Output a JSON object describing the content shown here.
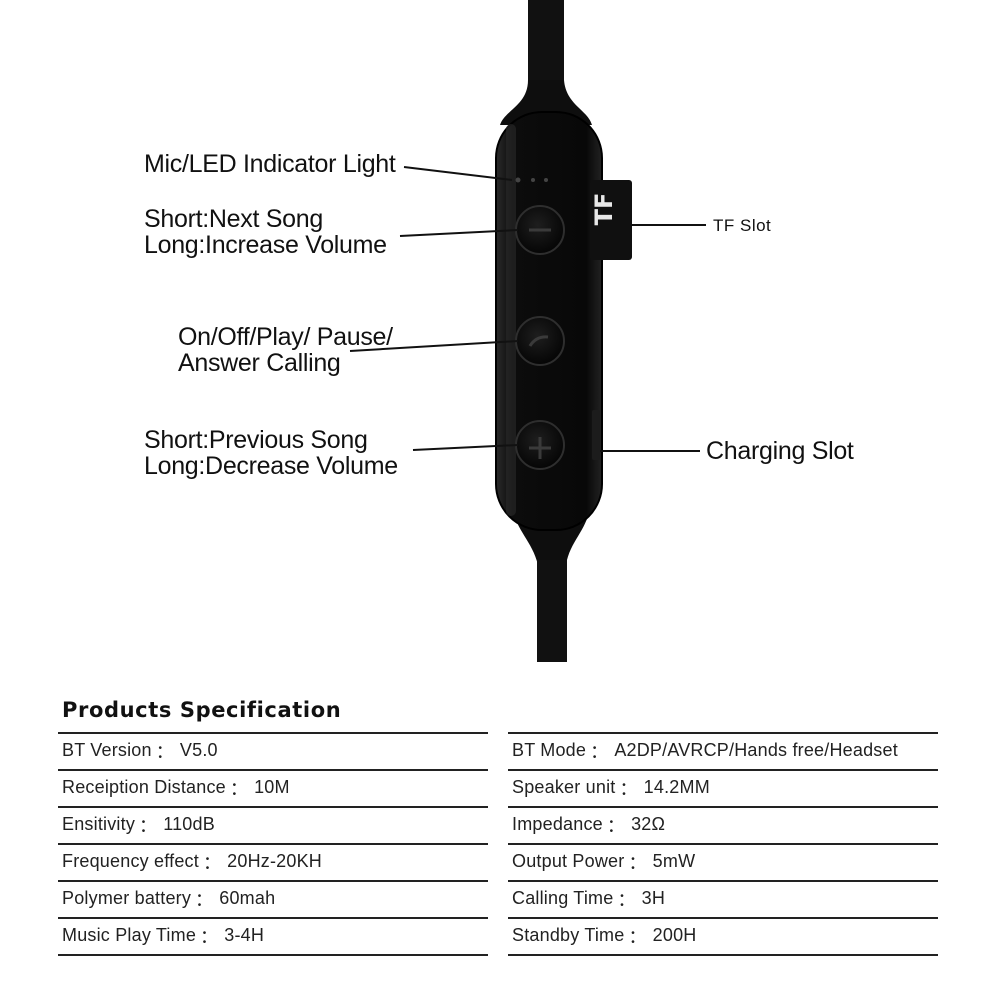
{
  "callouts": {
    "mic_led": "Mic/LED Indicator Light",
    "next_song_line1": "Short:Next  Song",
    "next_song_line2": "Long:Increase Volume",
    "play_line1": "On/Off/Play/ Pause/",
    "play_line2": "Answer Calling",
    "prev_song_line1": "Short:Previous  Song",
    "prev_song_line2": "Long:Decrease Volume",
    "tf_slot": "TF Slot",
    "charging_slot": "Charging Slot"
  },
  "device": {
    "tf_tab_label": "TF",
    "buttons": [
      "minus-icon",
      "phone-icon",
      "plus-icon"
    ],
    "color": "#0d0d0d"
  },
  "spec": {
    "title": "Products Specification",
    "left": [
      {
        "label": "BT Version",
        "value": "V5.0"
      },
      {
        "label": "Receiption Distance",
        "value": "10M"
      },
      {
        "label": "Ensitivity",
        "value": "110dB"
      },
      {
        "label": "Frequency effect",
        "value": "20Hz-20KH"
      },
      {
        "label": "Polymer battery",
        "value": "60mah"
      },
      {
        "label": "Music Play Time",
        "value": "3-4H"
      }
    ],
    "right": [
      {
        "label": "BT Mode",
        "value": "A2DP/AVRCP/Hands free/Headset"
      },
      {
        "label": "Speaker unit",
        "value": "14.2MM"
      },
      {
        "label": "Impedance",
        "value": "32Ω"
      },
      {
        "label": "Output Power",
        "value": "5mW"
      },
      {
        "label": "Calling Time",
        "value": "3H"
      },
      {
        "label": "Standby Time",
        "value": "200H"
      }
    ],
    "separator": "："
  }
}
